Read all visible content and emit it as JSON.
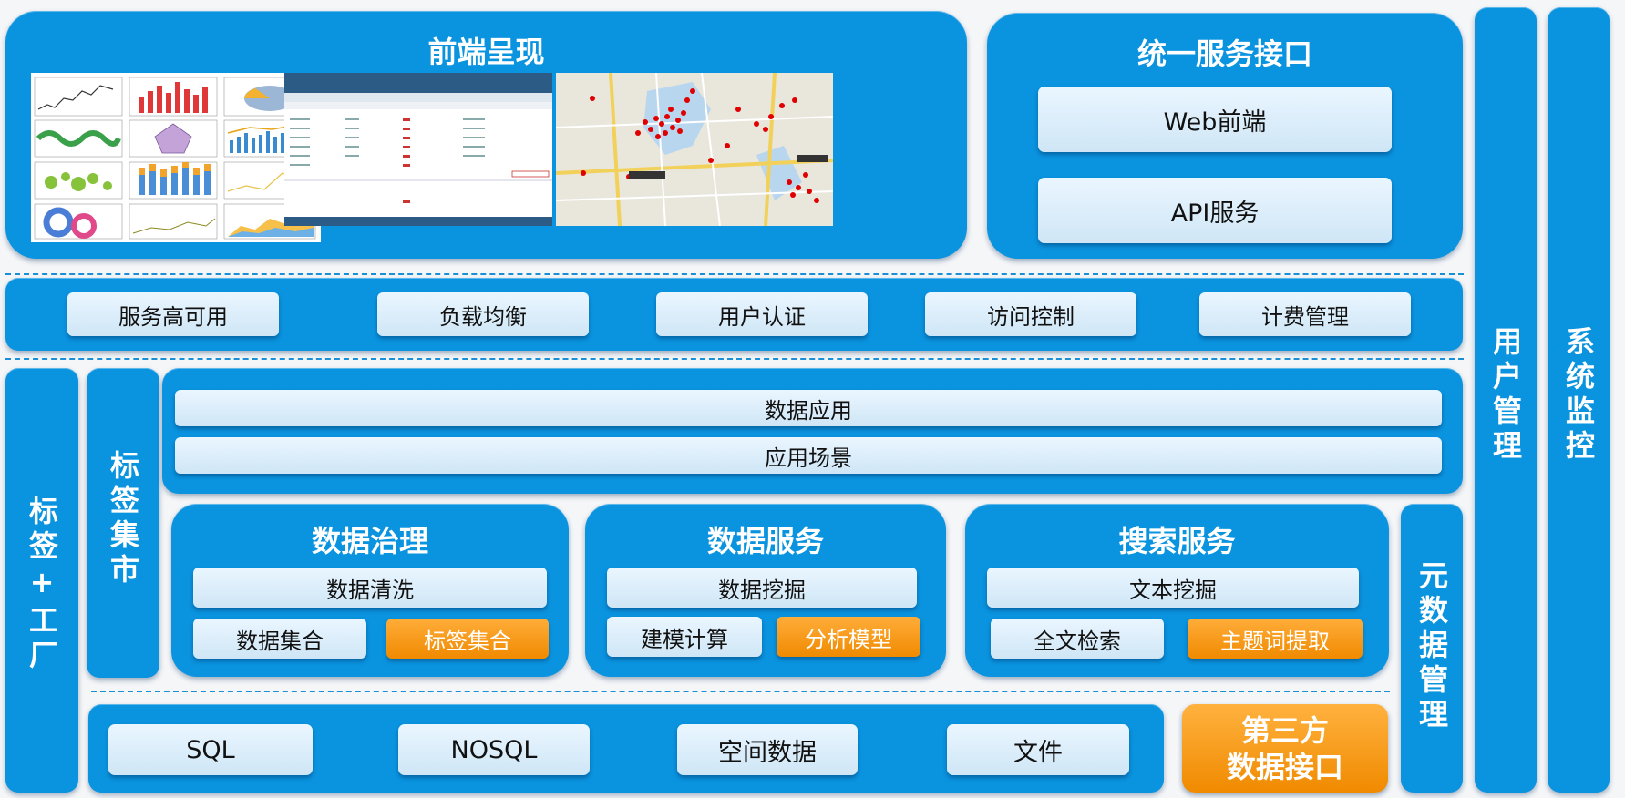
{
  "frontend": {
    "title": "前端呈现",
    "chart_thumbs": [
      "OHLC Chart",
      "3D Bar Chart",
      "Exploded Pie Slice Chart",
      "Band Chart",
      "Spider Chart",
      "Multi Plane Chart",
      "Bubble Chart",
      "Stacked Bar Chart",
      "Areas Chart",
      "Donut / Half-Donut Chart",
      "Line Chart",
      "Area Chart with Annotations"
    ]
  },
  "unified": {
    "title": "统一服务接口",
    "items": [
      "Web前端",
      "API服务"
    ]
  },
  "service_bar": {
    "items": [
      "服务高可用",
      "负载均衡",
      "用户认证",
      "访问控制",
      "计费管理"
    ]
  },
  "side_labels": {
    "tag_factory": "标签+工厂",
    "tag_market": "标签集市",
    "user_mgmt": "用户管理",
    "sys_monitor": "系统监控",
    "metadata_mgmt": "元数据管理"
  },
  "apps": {
    "items": [
      "数据应用",
      "应用场景"
    ]
  },
  "governance": {
    "title": "数据治理",
    "top": "数据清洗",
    "left": "数据集合",
    "right": "标签集合"
  },
  "data_service": {
    "title": "数据服务",
    "top": "数据挖掘",
    "left": "建模计算",
    "right": "分析模型"
  },
  "search": {
    "title": "搜索服务",
    "top": "文本挖掘",
    "left": "全文检索",
    "right": "主题词提取"
  },
  "sources": {
    "items": [
      "SQL",
      "NOSQL",
      "空间数据",
      "文件"
    ]
  },
  "third_party": {
    "line1": "第三方",
    "line2": "数据接口"
  },
  "colors": {
    "panel": "#0a93df",
    "accent_orange": "#f39200",
    "pill": "#d8ecf8"
  }
}
